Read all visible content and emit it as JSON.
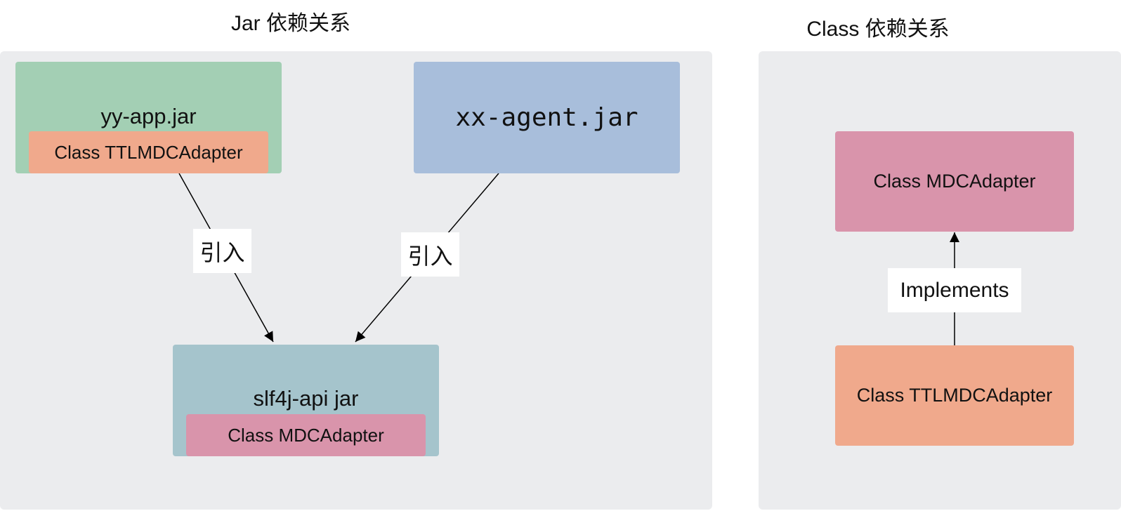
{
  "jar_section": {
    "title": "Jar 依赖关系",
    "yy_app": {
      "label": "yy-app.jar",
      "inner": "Class TTLMDCAdapter"
    },
    "xx_agent": {
      "label": "xx-agent.jar"
    },
    "slf4j_api": {
      "label": "slf4j-api jar",
      "inner": "Class MDCAdapter"
    },
    "edges": [
      {
        "label": "引入"
      },
      {
        "label": "引入"
      }
    ]
  },
  "class_section": {
    "title": "Class 依赖关系",
    "parent": {
      "label": "Class MDCAdapter"
    },
    "child": {
      "label": "Class TTLMDCAdapter"
    },
    "edge": {
      "label": "Implements"
    }
  },
  "colors": {
    "panel": "#ebecee",
    "green": "#a3cfb4",
    "salmon": "#f0a98c",
    "blue": "#a8bedb",
    "teal": "#a5c4cc",
    "pink": "#d994ab",
    "line": "#000000"
  }
}
